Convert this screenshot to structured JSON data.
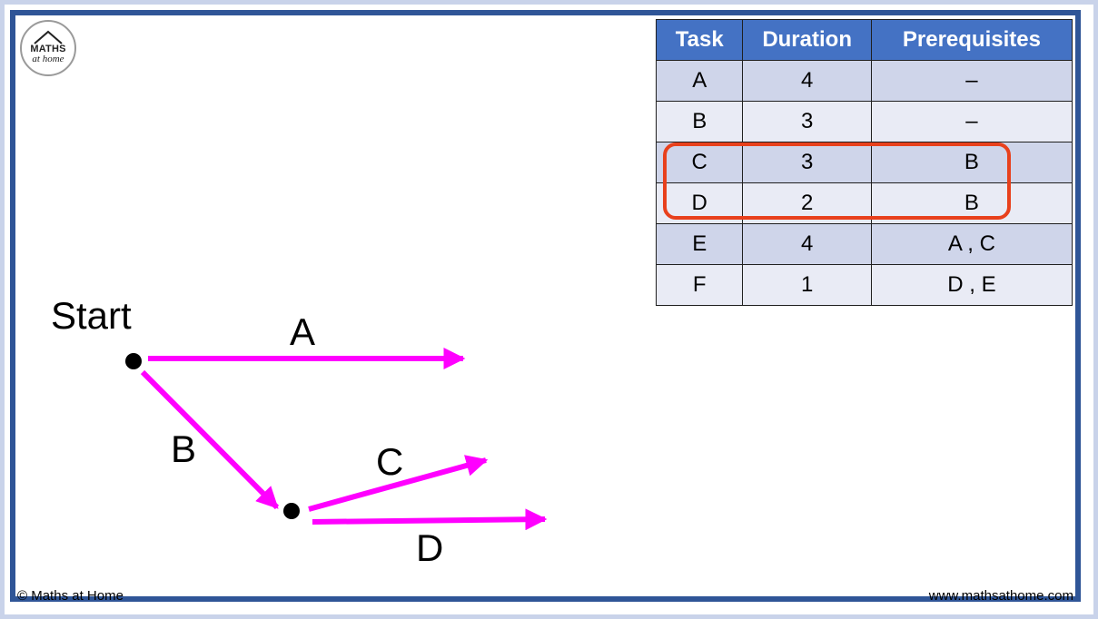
{
  "logo": {
    "line1": "MATHS",
    "line2": "at",
    "line3": "home"
  },
  "footer": {
    "copyright": "© Maths at Home",
    "website": "www.mathsathome.com"
  },
  "table": {
    "headers": [
      "Task",
      "Duration",
      "Prerequisites"
    ],
    "rows": [
      [
        "A",
        "4",
        "–"
      ],
      [
        "B",
        "3",
        "–"
      ],
      [
        "C",
        "3",
        "B"
      ],
      [
        "D",
        "2",
        "B"
      ],
      [
        "E",
        "4",
        "A , C"
      ],
      [
        "F",
        "1",
        "D , E"
      ]
    ],
    "highlighted_tasks": [
      "C",
      "D"
    ]
  },
  "diagram": {
    "start_label": "Start",
    "arrow_labels": {
      "A": "A",
      "B": "B",
      "C": "C",
      "D": "D"
    },
    "arrow_color": "#ff00ff",
    "highlight_color": "#e8401c",
    "header_color": "#4472c4"
  }
}
